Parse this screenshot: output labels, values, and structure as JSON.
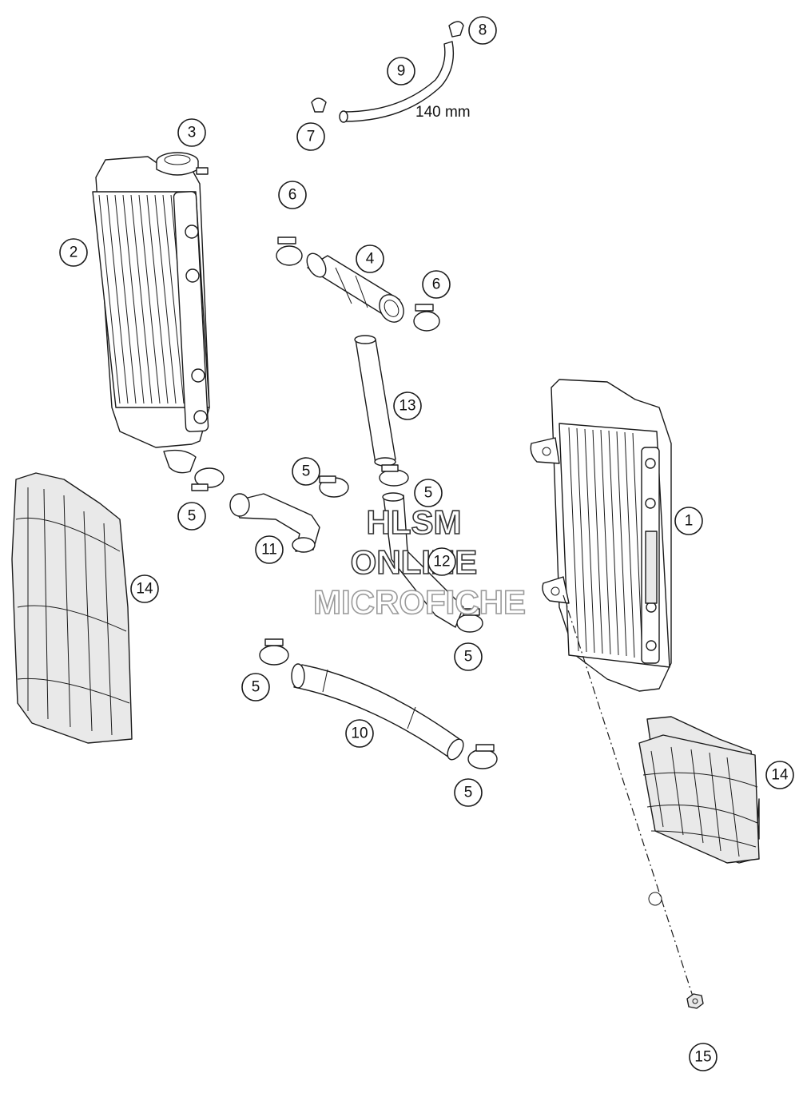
{
  "diagram": {
    "dimension_label": "140 mm",
    "watermark": {
      "line1": "HLSM",
      "line2": "ONLINE",
      "line3": "MICROFICHE"
    },
    "callouts": [
      {
        "id": "c1",
        "label": "1"
      },
      {
        "id": "c2",
        "label": "2"
      },
      {
        "id": "c3",
        "label": "3"
      },
      {
        "id": "c4",
        "label": "4"
      },
      {
        "id": "c5a",
        "label": "5"
      },
      {
        "id": "c5b",
        "label": "5"
      },
      {
        "id": "c5c",
        "label": "5"
      },
      {
        "id": "c5d",
        "label": "5"
      },
      {
        "id": "c5e",
        "label": "5"
      },
      {
        "id": "c5f",
        "label": "5"
      },
      {
        "id": "c6a",
        "label": "6"
      },
      {
        "id": "c6b",
        "label": "6"
      },
      {
        "id": "c7",
        "label": "7"
      },
      {
        "id": "c8",
        "label": "8"
      },
      {
        "id": "c9",
        "label": "9"
      },
      {
        "id": "c10",
        "label": "10"
      },
      {
        "id": "c11",
        "label": "11"
      },
      {
        "id": "c12",
        "label": "12"
      },
      {
        "id": "c13",
        "label": "13"
      },
      {
        "id": "c14a",
        "label": "14"
      },
      {
        "id": "c14b",
        "label": "14"
      },
      {
        "id": "c15",
        "label": "15"
      }
    ]
  }
}
